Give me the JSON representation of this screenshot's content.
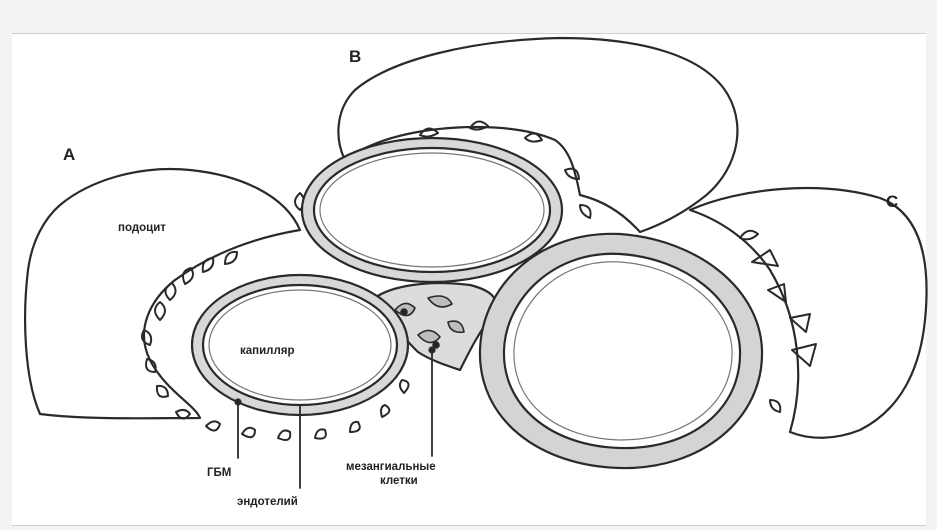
{
  "labels": {
    "a": "A",
    "b": "B",
    "c": "C",
    "podocyte": "подоцит",
    "capillary": "капилляр",
    "gbm": "ГБМ",
    "endothelium": "эндотелий",
    "mesangial_1": "мезангиальные",
    "mesangial_2": "клетки"
  },
  "colors": {
    "stroke": "#2a2a2a",
    "membrane_fill": "#d9d9d9",
    "cell_fill": "#ffffff",
    "mesangial_fill": "#cfcfcf"
  }
}
